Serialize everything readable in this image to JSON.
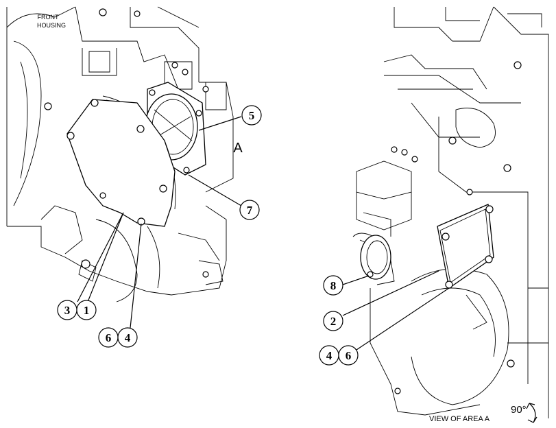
{
  "labels": {
    "front_housing_line1": "FRONT",
    "front_housing_line2": "HOUSING",
    "area_label": "A",
    "view_label": "VIEW OF AREA  A",
    "rotation_label": "90°"
  },
  "callouts_left": [
    "5",
    "7",
    "3",
    "1",
    "6",
    "4"
  ],
  "callouts_right": [
    "8",
    "2",
    "4",
    "6"
  ]
}
